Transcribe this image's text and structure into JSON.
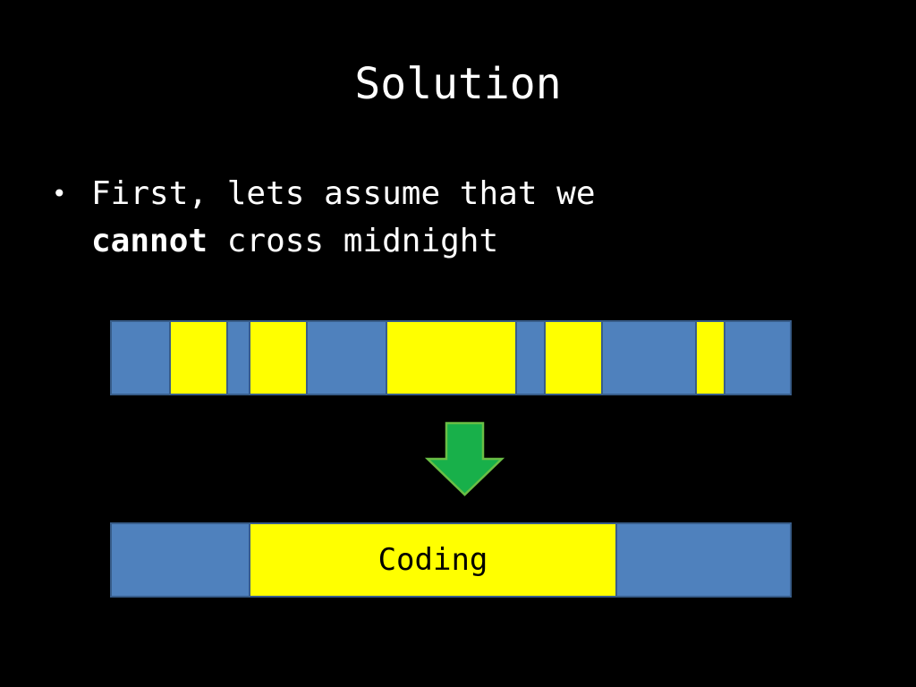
{
  "slide": {
    "title": "Solution",
    "bullet": {
      "marker": "•",
      "text_before": "First, lets assume that we",
      "bold_word": "cannot",
      "text_after": " cross midnight"
    }
  },
  "diagram": {
    "colors": {
      "background_bar": "#4f81bd",
      "busy_block": "#ffff00",
      "arrow_fill": "#18b04a",
      "arrow_stroke": "#6abe45",
      "bar_stroke": "#385d8a"
    },
    "before_bar": {
      "description_name": "schedule-before"
    },
    "arrow": {
      "icon": "down-arrow-icon"
    },
    "after_bar": {
      "block_label": "Coding"
    }
  }
}
